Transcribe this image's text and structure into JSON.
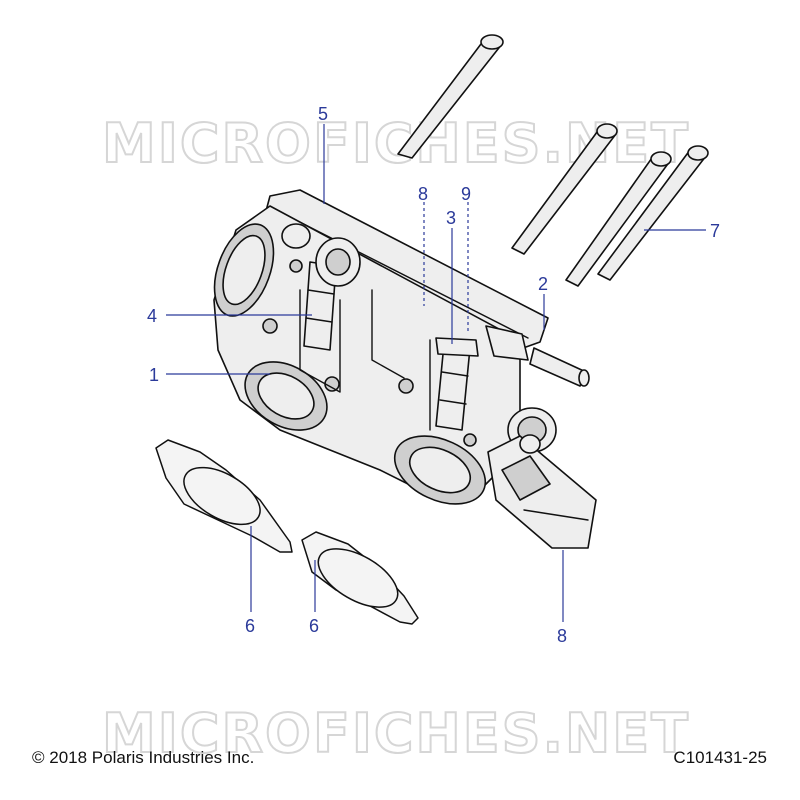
{
  "watermark": {
    "text": "MICROFICHES.NET"
  },
  "callouts": [
    {
      "id": "callout-5",
      "label": "5"
    },
    {
      "id": "callout-8-top",
      "label": "8"
    },
    {
      "id": "callout-9",
      "label": "9"
    },
    {
      "id": "callout-3",
      "label": "3"
    },
    {
      "id": "callout-7",
      "label": "7"
    },
    {
      "id": "callout-2",
      "label": "2"
    },
    {
      "id": "callout-4",
      "label": "4"
    },
    {
      "id": "callout-1",
      "label": "1"
    },
    {
      "id": "callout-6-left",
      "label": "6"
    },
    {
      "id": "callout-6-right",
      "label": "6"
    },
    {
      "id": "callout-8-bottom",
      "label": "8"
    }
  ],
  "footer": {
    "copyright": "© 2018 Polaris Industries Inc.",
    "drawing_id": "C101431-25"
  },
  "colors": {
    "callout": "#2b3a9a",
    "linework": "#111111",
    "watermark": "#d6d6d6"
  }
}
